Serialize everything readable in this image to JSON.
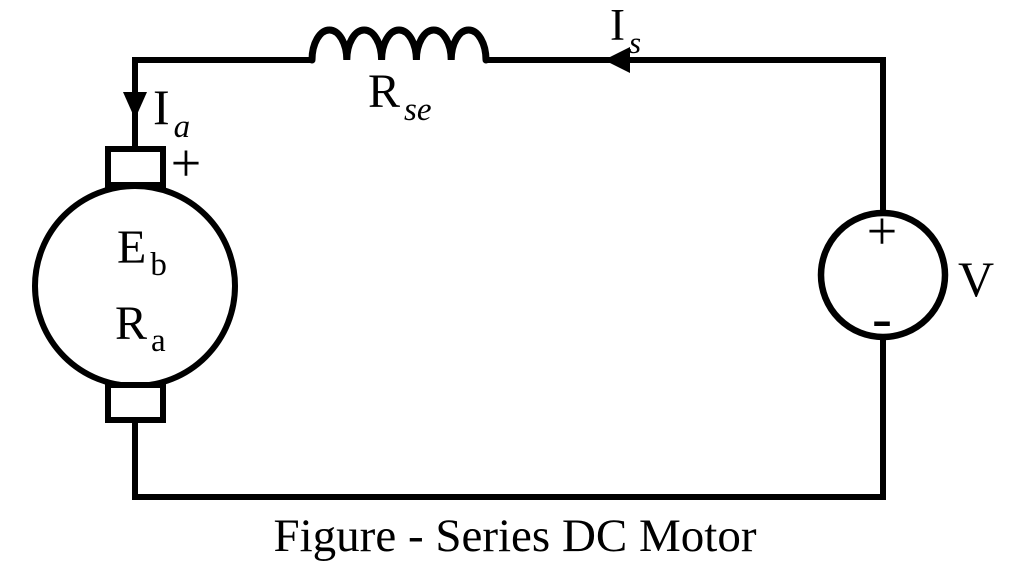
{
  "colors": {
    "line": "#000000",
    "background": "#ffffff"
  },
  "caption": "Figure - Series DC Motor",
  "components": {
    "motor": {
      "back_emf": {
        "main": "E",
        "sub": "b"
      },
      "armature_resistance": {
        "main": "R",
        "sub": "a"
      },
      "terminal_polarity": "+"
    },
    "series_field": {
      "label": {
        "main": "R",
        "sub": "se"
      }
    },
    "supply": {
      "label": "V",
      "positive": "+",
      "negative": "-"
    },
    "currents": {
      "armature": {
        "main": "I",
        "sub": "a"
      },
      "supply": {
        "main": "I",
        "sub": "s"
      }
    }
  }
}
